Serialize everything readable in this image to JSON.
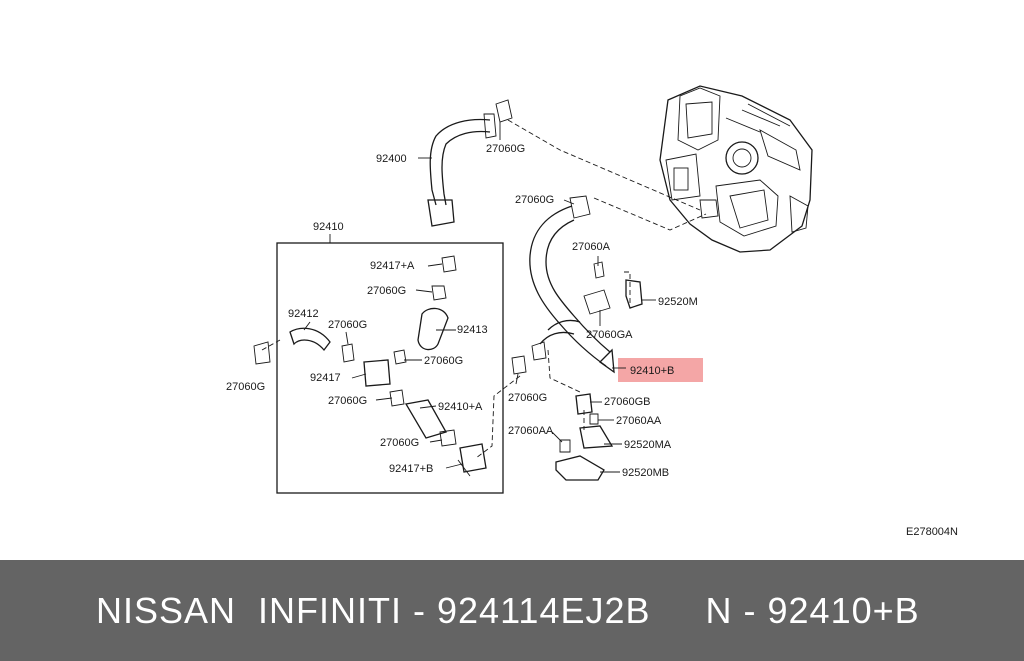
{
  "diagram": {
    "code": "E278004N",
    "highlight_color": "#f4a6a6",
    "labels": {
      "p92400": "92400",
      "p27060G_top": "27060G",
      "p27060G_mid": "27060G",
      "p92410_box": "92410",
      "p92417A": "92417+A",
      "p27060G_box1": "27060G",
      "p92412": "92412",
      "p27060G_box2": "27060G",
      "p92413": "92413",
      "p27060G_box3": "27060G",
      "p27060G_left": "27060G",
      "p92417": "92417",
      "p27060G_box4": "27060G",
      "p92410A": "92410+A",
      "p27060G_box5": "27060G",
      "p92417B": "92417+B",
      "p27060A": "27060A",
      "p92520M": "92520M",
      "p27060GA": "27060GA",
      "p92410B": "92410+B",
      "p27060G_low": "27060G",
      "p27060GB": "27060GB",
      "p27060AA_r": "27060AA",
      "p27060AA_l": "27060AA",
      "p92520MA": "92520MA",
      "p92520MB": "92520MB"
    }
  },
  "footer": {
    "text": "NISSAN  INFINITI - 924114EJ2B     N - 92410+B",
    "background": "#646464"
  }
}
